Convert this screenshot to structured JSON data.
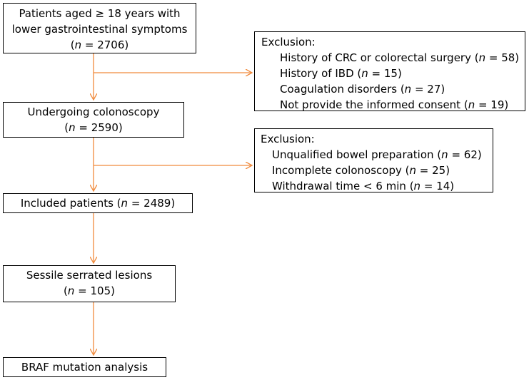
{
  "nodes": {
    "patients": {
      "line1": "Patients aged ≥ 18 years with",
      "line2": "lower gastrointestinal symptoms",
      "n_prefix": "(",
      "n_suffix": " = 2706)"
    },
    "colonoscopy": {
      "line1": "Undergoing colonoscopy",
      "n_prefix": "(",
      "n_suffix": " = 2590)"
    },
    "included": {
      "text_prefix": "Included patients (",
      "n_suffix": " = 2489)"
    },
    "ssl": {
      "line1": "Sessile serrated lesions",
      "n_prefix": "(",
      "n_suffix": " = 105)"
    },
    "braf": {
      "line1": "BRAF mutation analysis"
    }
  },
  "n_symbol": "n",
  "exclusion1": {
    "title": "Exclusion:",
    "items": [
      {
        "label": "History of CRC or colorectal surgery (",
        "suffix": " = 58)"
      },
      {
        "label": "History of IBD (",
        "suffix": " = 15)"
      },
      {
        "label": "Coagulation disorders (",
        "suffix": " = 27)"
      },
      {
        "label": "Not provide the informed consent (",
        "suffix": " = 19)"
      }
    ]
  },
  "exclusion2": {
    "title": "Exclusion:",
    "items": [
      {
        "label": "Unqualified bowel preparation (",
        "suffix": " = 62)"
      },
      {
        "label": "Incomplete colonoscopy (",
        "suffix": " = 25)"
      },
      {
        "label": "Withdrawal time < 6 min (",
        "suffix": " = 14)"
      }
    ]
  },
  "colors": {
    "arrow": "#f08a3c",
    "border": "#000000"
  }
}
